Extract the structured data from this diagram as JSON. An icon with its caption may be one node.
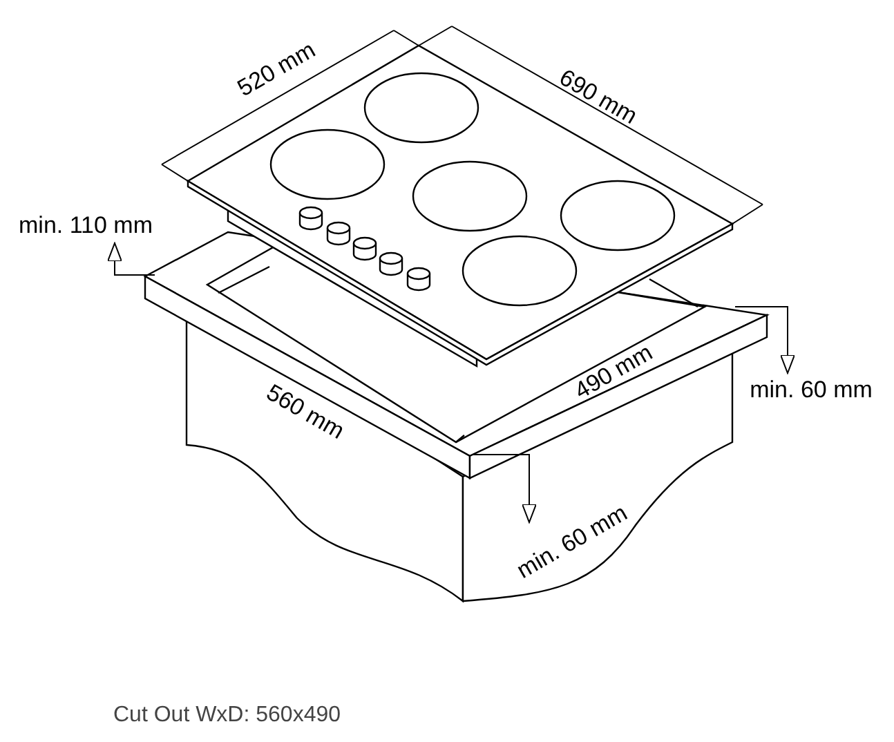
{
  "diagram": {
    "labels": [
      "520 mm",
      "690 mm",
      "min. 110 mm",
      "min. 60 mm",
      "560 mm",
      "490 mm",
      "min. 60 mm"
    ],
    "caption": "Cut Out WxD: 560x490"
  }
}
